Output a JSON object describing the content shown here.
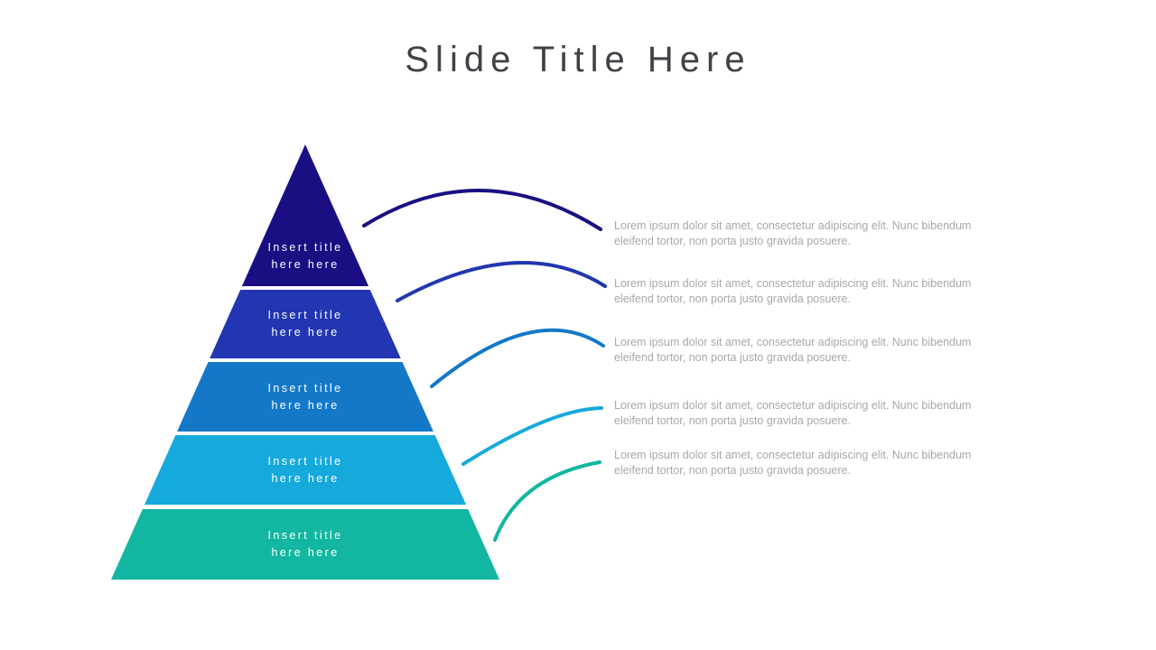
{
  "slide": {
    "title": "Slide Title Here",
    "title_color": "#414147",
    "background": "#ffffff"
  },
  "pyramid": {
    "label_color": "#ffffff",
    "description_color": "#a8a8a8",
    "levels": [
      {
        "label_line1": "Insert title",
        "label_line2": "here here",
        "color": "#190f82",
        "description": "Lorem ipsum dolor sit amet, consectetur adipiscing elit. Nunc bibendum eleifend tortor, non porta justo gravida posuere."
      },
      {
        "label_line1": "Insert title",
        "label_line2": "here here",
        "color": "#2136b0",
        "description": "Lorem ipsum dolor sit amet, consectetur adipiscing elit. Nunc bibendum eleifend tortor, non porta justo gravida posuere."
      },
      {
        "label_line1": "Insert title",
        "label_line2": "here here",
        "color": "#1478c8",
        "description": "Lorem ipsum dolor sit amet, consectetur adipiscing elit. Nunc bibendum eleifend tortor, non porta justo gravida posuere."
      },
      {
        "label_line1": "Insert title",
        "label_line2": "here here",
        "color": "#16a9dc",
        "description": "Lorem ipsum dolor sit amet, consectetur adipiscing elit. Nunc bibendum eleifend tortor, non porta justo gravida posuere."
      },
      {
        "label_line1": "Insert title",
        "label_line2": "here here",
        "color": "#13b6a1",
        "description": "Lorem ipsum dolor sit amet, consectetur adipiscing elit. Nunc bibendum eleifend tortor, non porta justo gravida posuere."
      }
    ]
  }
}
